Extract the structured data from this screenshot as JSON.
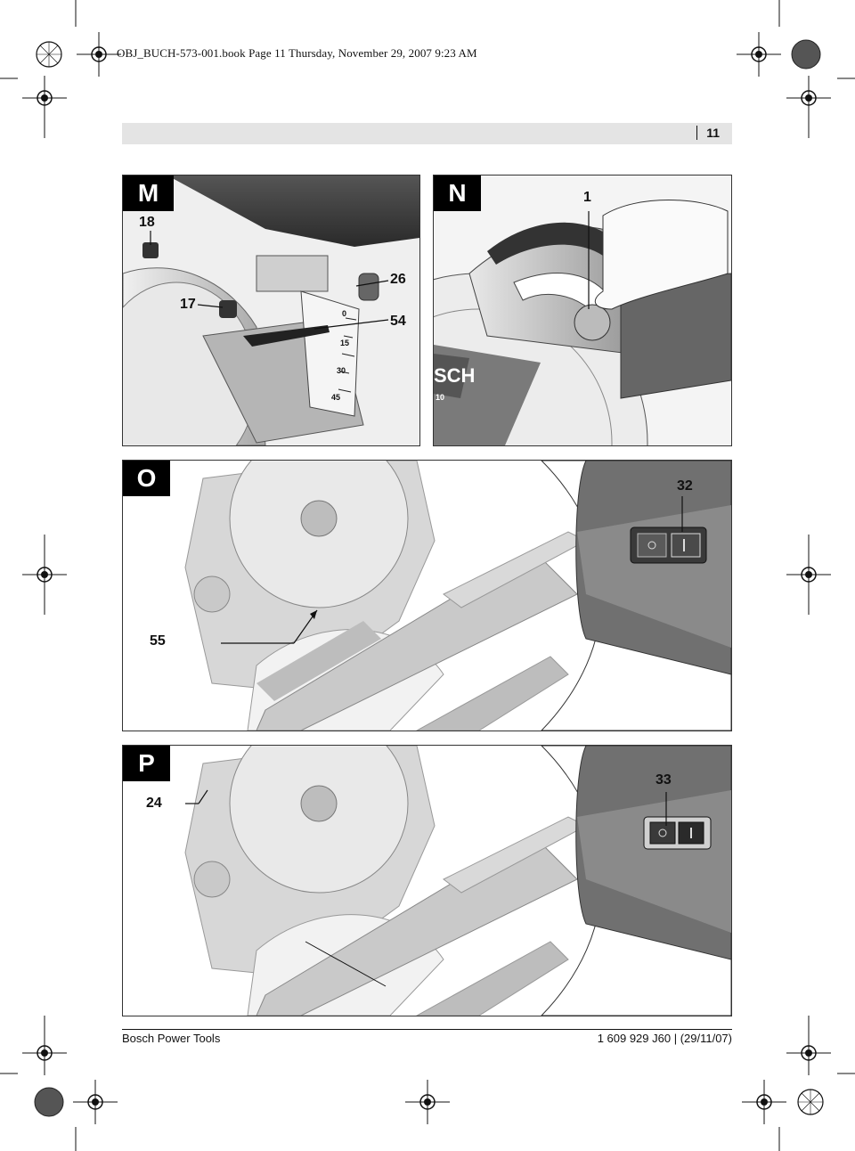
{
  "print_header": "OBJ_BUCH-573-001.book  Page 11  Thursday, November 29, 2007  9:23 AM",
  "page_number": "11",
  "panels": {
    "M": {
      "tag": "M",
      "callouts": [
        "18",
        "17",
        "26",
        "54"
      ],
      "scale_marks": [
        "0",
        "15",
        "30",
        "45"
      ]
    },
    "N": {
      "tag": "N",
      "callouts": [
        "1"
      ],
      "brand_fragment": "SCH",
      "model_fragment": "10"
    },
    "O": {
      "tag": "O",
      "callouts": [
        "55",
        "32"
      ],
      "switch_state": "off"
    },
    "P": {
      "tag": "P",
      "callouts": [
        "24",
        "33"
      ],
      "switch_state": "on"
    }
  },
  "footer": {
    "left": "Bosch Power Tools",
    "right": "1 609 929 J60 | (29/11/07)"
  },
  "colors": {
    "ink": "#111111",
    "tool_gray": "#7d7d7d",
    "tool_dark": "#3a3a3a",
    "light_gray": "#d8d8d8",
    "pagebar": "#e4e4e4"
  }
}
